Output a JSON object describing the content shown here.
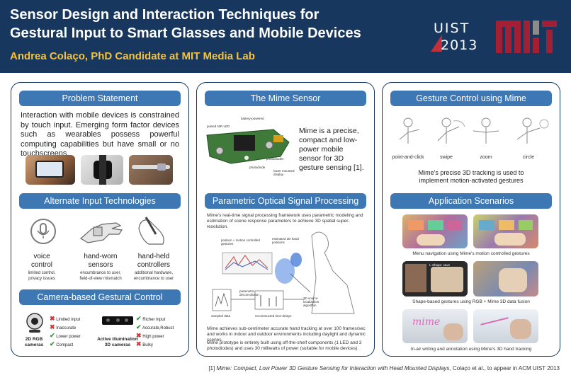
{
  "header": {
    "title_line1": "Sensor Design and Interaction Techniques for",
    "title_line2": "Gestural Input to Smart Glasses and Mobile Devices",
    "author": "Andrea Colaço,  PhD Candidate at MIT Media Lab",
    "uist_logo_top": "UIST",
    "uist_logo_year": "2013"
  },
  "problem": {
    "title": "Problem Statement",
    "text": "Interaction with mobile devices is constrained by touch input. Emerging form factor devices such as wearables possess powerful computing capabilities but have small or no touchscreens."
  },
  "alternate": {
    "title": "Alternate Input Technologies",
    "items": [
      {
        "label_line1": "voice",
        "label_line2": "control",
        "note_line1": "limited control,",
        "note_line2": "privacy issues"
      },
      {
        "label_line1": "hand-worn",
        "label_line2": "sensors",
        "note_line1": "encumbrance to user,",
        "note_line2": "field-of-view mismatch"
      },
      {
        "label_line1": "hand-held",
        "label_line2": "controllers",
        "note_line1": "additional hardware,",
        "note_line2": "encumbrance to user"
      }
    ]
  },
  "camera": {
    "title": "Camera-based Gestural Control",
    "rgb_label_line1": "2D RGB",
    "rgb_label_line2": "cameras",
    "rgb_points": [
      {
        "mark": "x",
        "text": "Limited input"
      },
      {
        "mark": "x",
        "text": "Inaccurate"
      },
      {
        "mark": "check",
        "text": "Lower power"
      },
      {
        "mark": "check",
        "text": "Compact"
      }
    ],
    "active_label_line1": "Active illumination",
    "active_label_line2": "3D cameras",
    "active_points": [
      {
        "mark": "check",
        "text": "Richer input"
      },
      {
        "mark": "check",
        "text": "Accurate,Robust"
      },
      {
        "mark": "x",
        "text": "High power"
      },
      {
        "mark": "x",
        "text": "Bulky"
      }
    ]
  },
  "mime_sensor": {
    "title": "The Mime Sensor",
    "text": "Mime is a precise, compact and low-power mobile sensor for 3D gesture sensing [1].",
    "diagram_labels": [
      "battery-powered",
      "pulsed NIR LED",
      "photodiodes",
      "photodiode",
      "lower mounted display"
    ]
  },
  "parametric": {
    "title": "Parametric Optical Signal Processing",
    "intro": "Mime's real-time signal processing framework uses parametric modeling and estimation of scene response parameters to achieve 3D spatial super-resolution.",
    "diagram_labels": [
      "position + motion controlled gestures",
      "estimated 3D hand positions",
      "sampled data",
      "parametric deconvolution",
      "reconstructed time-delays",
      "3D source localization algorithm"
    ],
    "text1": "Mime achieves sub-centimeter accurate hand tracking at over 100 frames/sec and works in indoor and outdoor environments including daylight and dynamic scenes.",
    "text2": "Mime prototype is entirely built using off-the-shelf components (1 LED and 3 photodiodes) and uses 30 milliwatts of power (suitable for mobile devices)."
  },
  "gesture": {
    "title": "Gesture Control using Mime",
    "gestures": [
      "point-and-click",
      "swipe",
      "zoom",
      "circle"
    ],
    "caption_line1": "Mime's precise 3D tracking is used to",
    "caption_line2": "implement motion-activated gestures"
  },
  "scenarios": {
    "title": "Application Scenarios",
    "caption1": "Menu navigation using Mime's motion controlled gestures",
    "caption2": "Shape-based gestures using RGB + Mime 3D data fusion",
    "caption3": "In-air writing and annotation using Mime's 3D hand tracking",
    "screen_text": "mime",
    "shape_label": "L-Shape: save"
  },
  "footnote": {
    "ref": "[1]",
    "paper_title": "Mime: Compact, Low Power 3D Gesture Sensing for Interaction with Head Mounted Displays,",
    "rest": " Colaço et al., to appear in ACM UIST 2013"
  },
  "colors": {
    "header_bg": "#17375e",
    "author_color": "#f5c23b",
    "section_title_bg": "#3d78b5",
    "mit_red": "#a31f34"
  }
}
